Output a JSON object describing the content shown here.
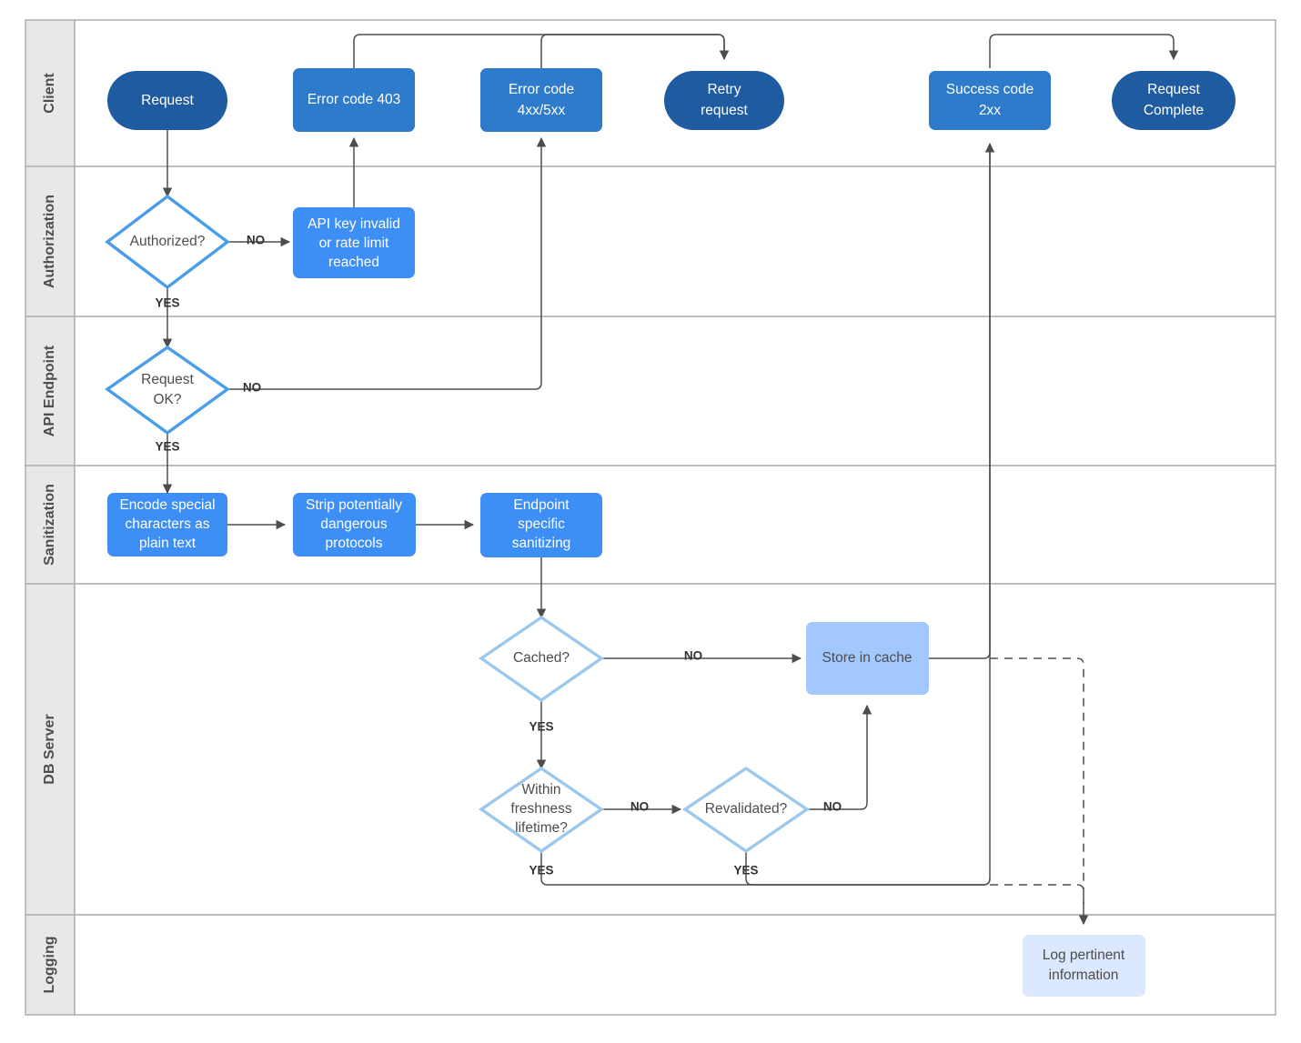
{
  "diagram": {
    "type": "swimlane-flowchart",
    "title": "API request lifecycle swimlane flowchart",
    "colors": {
      "dark_blue": "#1f5ba0",
      "mid_blue": "#2d7bca",
      "blue": "#3d8ef5",
      "light_blue": "#a3c8fd",
      "pale_blue": "#dce8fd",
      "diamond_stroke_dark": "#4a9de8",
      "diamond_stroke_light": "#9ac8ef",
      "lane_header_fill": "#e8e8e8",
      "lane_border": "#b3b3b3",
      "edge": "#4d4d4d"
    }
  },
  "lanes": [
    {
      "id": "client",
      "label": "Client"
    },
    {
      "id": "authorization",
      "label": "Authorization"
    },
    {
      "id": "api-endpoint",
      "label": "API Endpoint"
    },
    {
      "id": "sanitization",
      "label": "Sanitization"
    },
    {
      "id": "db-server",
      "label": "DB Server"
    },
    {
      "id": "logging",
      "label": "Logging"
    }
  ],
  "nodes": {
    "request": {
      "label": "Request",
      "lane": "client",
      "shape": "pill"
    },
    "error_403": {
      "label": "Error code 403",
      "lane": "client",
      "shape": "rounded-rect"
    },
    "error_4xx5xx_l1": {
      "label": "Error code",
      "lane": "client",
      "shape": "rounded-rect"
    },
    "error_4xx5xx_l2": {
      "label": "4xx/5xx",
      "lane": "client",
      "shape": "rounded-rect"
    },
    "retry_l1": {
      "label": "Retry",
      "lane": "client",
      "shape": "pill"
    },
    "retry_l2": {
      "label": "request",
      "lane": "client",
      "shape": "pill"
    },
    "success_l1": {
      "label": "Success code",
      "lane": "client",
      "shape": "rounded-rect"
    },
    "success_l2": {
      "label": "2xx",
      "lane": "client",
      "shape": "rounded-rect"
    },
    "complete_l1": {
      "label": "Request",
      "lane": "client",
      "shape": "pill"
    },
    "complete_l2": {
      "label": "Complete",
      "lane": "client",
      "shape": "pill"
    },
    "authorized": {
      "label": "Authorized?",
      "lane": "authorization",
      "shape": "diamond"
    },
    "apikey_l1": {
      "label": "API key invalid",
      "lane": "authorization",
      "shape": "rounded-rect"
    },
    "apikey_l2": {
      "label": "or rate limit",
      "lane": "authorization",
      "shape": "rounded-rect"
    },
    "apikey_l3": {
      "label": "reached",
      "lane": "authorization",
      "shape": "rounded-rect"
    },
    "request_ok_l1": {
      "label": "Request",
      "lane": "api-endpoint",
      "shape": "diamond"
    },
    "request_ok_l2": {
      "label": "OK?",
      "lane": "api-endpoint",
      "shape": "diamond"
    },
    "encode_l1": {
      "label": "Encode special",
      "lane": "sanitization",
      "shape": "rounded-rect"
    },
    "encode_l2": {
      "label": "characters as",
      "lane": "sanitization",
      "shape": "rounded-rect"
    },
    "encode_l3": {
      "label": "plain text",
      "lane": "sanitization",
      "shape": "rounded-rect"
    },
    "strip_l1": {
      "label": "Strip potentially",
      "lane": "sanitization",
      "shape": "rounded-rect"
    },
    "strip_l2": {
      "label": "dangerous",
      "lane": "sanitization",
      "shape": "rounded-rect"
    },
    "strip_l3": {
      "label": "protocols",
      "lane": "sanitization",
      "shape": "rounded-rect"
    },
    "endpoint_l1": {
      "label": "Endpoint",
      "lane": "sanitization",
      "shape": "rounded-rect"
    },
    "endpoint_l2": {
      "label": "specific",
      "lane": "sanitization",
      "shape": "rounded-rect"
    },
    "endpoint_l3": {
      "label": "sanitizing",
      "lane": "sanitization",
      "shape": "rounded-rect"
    },
    "cached": {
      "label": "Cached?",
      "lane": "db-server",
      "shape": "diamond"
    },
    "store_cache": {
      "label": "Store in cache",
      "lane": "db-server",
      "shape": "rounded-rect"
    },
    "freshness_l1": {
      "label": "Within",
      "lane": "db-server",
      "shape": "diamond"
    },
    "freshness_l2": {
      "label": "freshness",
      "lane": "db-server",
      "shape": "diamond"
    },
    "freshness_l3": {
      "label": "lifetime?",
      "lane": "db-server",
      "shape": "diamond"
    },
    "revalidated": {
      "label": "Revalidated?",
      "lane": "db-server",
      "shape": "diamond"
    },
    "log_l1": {
      "label": "Log pertinent",
      "lane": "logging",
      "shape": "rounded-rect"
    },
    "log_l2": {
      "label": "information",
      "lane": "logging",
      "shape": "rounded-rect"
    }
  },
  "edge_labels": {
    "authorized_no": "NO",
    "authorized_yes": "YES",
    "request_ok_no": "NO",
    "request_ok_yes": "YES",
    "cached_no": "NO",
    "cached_yes": "YES",
    "freshness_no": "NO",
    "freshness_yes": "YES",
    "revalidated_no": "NO",
    "revalidated_yes": "YES"
  }
}
